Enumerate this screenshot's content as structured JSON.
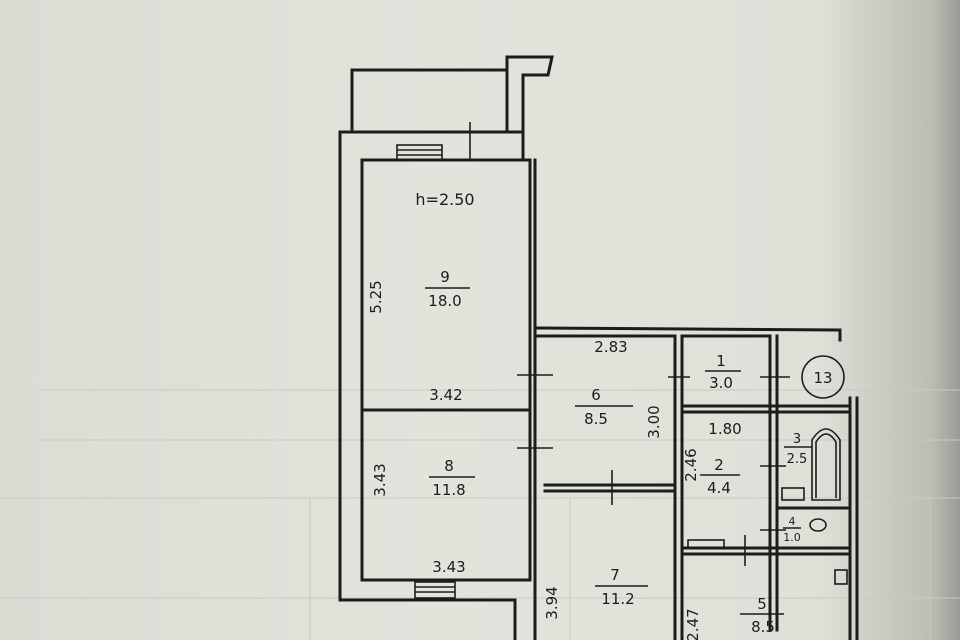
{
  "plan": {
    "ceiling_height": "h=2.50",
    "apartment_number": "13",
    "rooms": [
      {
        "number": "1",
        "area": "3.0"
      },
      {
        "number": "2",
        "area": "4.4"
      },
      {
        "number": "3",
        "area": "2.5"
      },
      {
        "number": "4",
        "area": "1.0"
      },
      {
        "number": "5",
        "area": "8.5"
      },
      {
        "number": "6",
        "area": "8.5"
      },
      {
        "number": "7",
        "area": "11.2"
      },
      {
        "number": "8",
        "area": "11.8"
      },
      {
        "number": "9",
        "area": "18.0"
      }
    ],
    "dimensions": {
      "room9_height": "5.25",
      "room9_width": "3.42",
      "room8_height": "3.43",
      "room8_width": "3.43",
      "room6_width": "2.83",
      "room6_height": "3.00",
      "room2_width": "1.80",
      "room2_height": "2.46",
      "room7_height": "3.94",
      "room5_height": "2.47"
    }
  },
  "colors": {
    "paper": "#e0e0d9",
    "ink": "#1c1c1c"
  }
}
